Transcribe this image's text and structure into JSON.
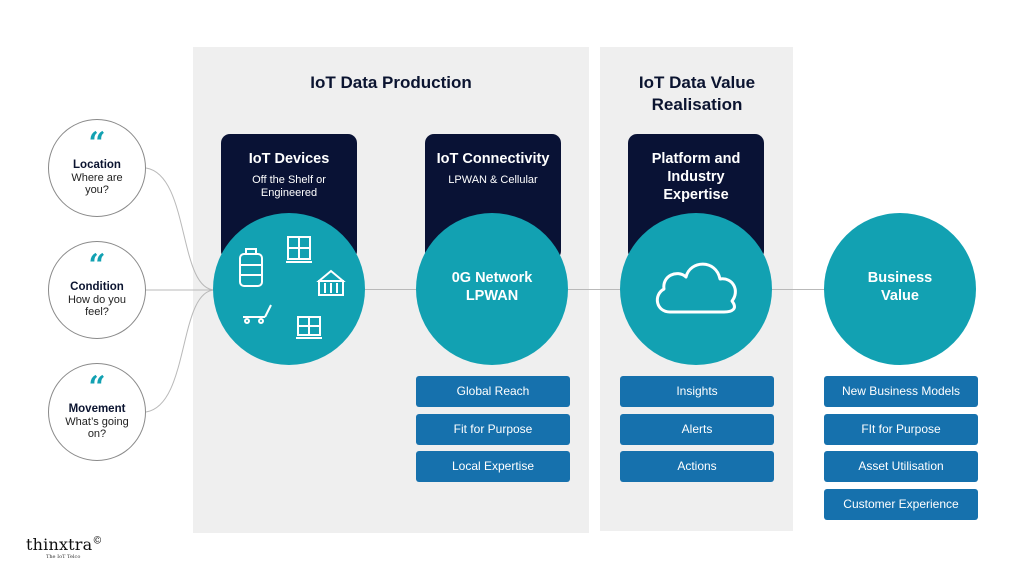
{
  "sections": {
    "production_title": "IoT Data Production",
    "realisation_title": "IoT Data Value Realisation"
  },
  "questions": [
    {
      "title": "Location",
      "subtitle": "Where are you?"
    },
    {
      "title": "Condition",
      "subtitle": "How do you feel?"
    },
    {
      "title": "Movement",
      "subtitle": "What’s going on?"
    }
  ],
  "quote_mark": "“",
  "devices": {
    "title": "IoT Devices",
    "subtitle": "Off the Shelf or Engineered"
  },
  "connectivity": {
    "title": "IoT Connectivity",
    "subtitle": "LPWAN & Cellular",
    "circle_label": "0G Network LPWAN",
    "items": [
      "Global Reach",
      "Fit for Purpose",
      "Local Expertise"
    ]
  },
  "platform": {
    "title": "Platform and Industry Expertise",
    "items": [
      "Insights",
      "Alerts",
      "Actions"
    ]
  },
  "business": {
    "circle_label": "Business Value",
    "items": [
      "New Business Models",
      "FIt for Purpose",
      "Asset Utilisation",
      "Customer Experience"
    ]
  },
  "logo": {
    "name": "thinxtra",
    "symbol": "©",
    "tagline": "The IoT Telco"
  },
  "colors": {
    "teal": "#12a1b2",
    "navy": "#091235",
    "blue": "#1671ad",
    "panel": "#efefef"
  },
  "icons": [
    "quote-icon",
    "gas-cylinder-icon",
    "ibc-tote-icon",
    "shipping-container-icon",
    "trolley-icon",
    "pallet-icon",
    "cloud-icon"
  ]
}
